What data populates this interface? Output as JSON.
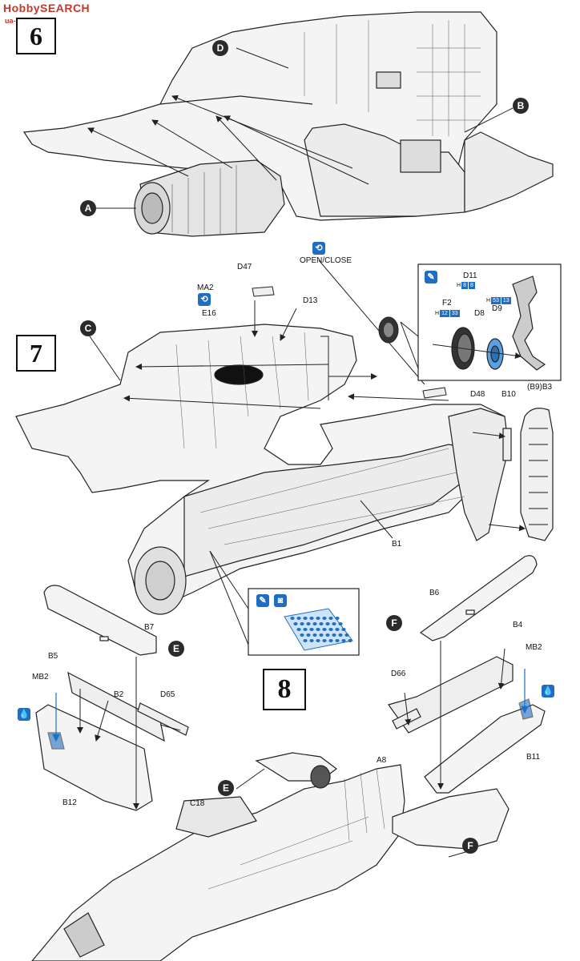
{
  "watermark": {
    "part1": "HobbySEARCH",
    "part2": "",
    "sub": "ua-shop.com"
  },
  "steps": {
    "s6": "6",
    "s7": "7",
    "s8": "8"
  },
  "callouts": {
    "A": "A",
    "B": "B",
    "C": "C",
    "D": "D",
    "E": "E",
    "F": "F",
    "E2": "E",
    "F2": "F"
  },
  "labels": {
    "open_close": "OPEN/CLOSE",
    "d47": "D47",
    "ma2": "MA2",
    "e16": "E16",
    "d13": "D13",
    "d48": "D48",
    "b10": "B10",
    "b9b3": "(B9)B3",
    "b1": "B1",
    "d11": "D11",
    "f2": "F2",
    "d8": "D8",
    "d9": "D9",
    "b7": "B7",
    "b5": "B5",
    "mb2_left": "MB2",
    "b2": "B2",
    "d65": "D65",
    "b12": "B12",
    "b6": "B6",
    "b4": "B4",
    "mb2_right": "MB2",
    "d66": "D66",
    "a8": "A8",
    "b11": "B11",
    "c18": "C18"
  },
  "paint_codes": {
    "d11": [
      "H",
      "8",
      "8"
    ],
    "f2": [
      "H",
      "12",
      "33"
    ],
    "d9": [
      "H",
      "53",
      "13"
    ]
  },
  "colors": {
    "paint_blue": "#1e6fc4",
    "callout_dark": "#2b2b2b",
    "line": "#222222"
  },
  "icons": [
    "brush-icon",
    "drop-icon",
    "open-close-icon",
    "option-icon"
  ]
}
